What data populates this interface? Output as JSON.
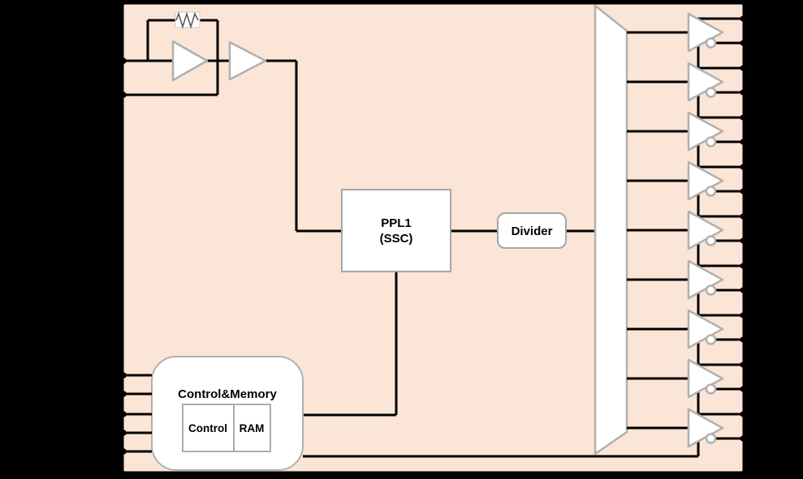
{
  "page": {
    "background": "#000000"
  },
  "chip": {
    "body_fill": "#fbe5d6",
    "outline_color": "#000000",
    "block_fill": "#ffffff",
    "block_border_color": "#a6a6a6",
    "wire_color": "#000000"
  },
  "labels": {
    "pll_line1": "PPL1",
    "pll_line2": "(SSC)",
    "divider": "Divider",
    "control_memory_title": "Control&Memory",
    "control_sub": "Control",
    "ram_sub": "RAM"
  },
  "pins": {
    "crystal_pin_count": 2,
    "control_pin_count": 5,
    "output_buffer_count": 9,
    "outputs_per_buffer": 2
  }
}
